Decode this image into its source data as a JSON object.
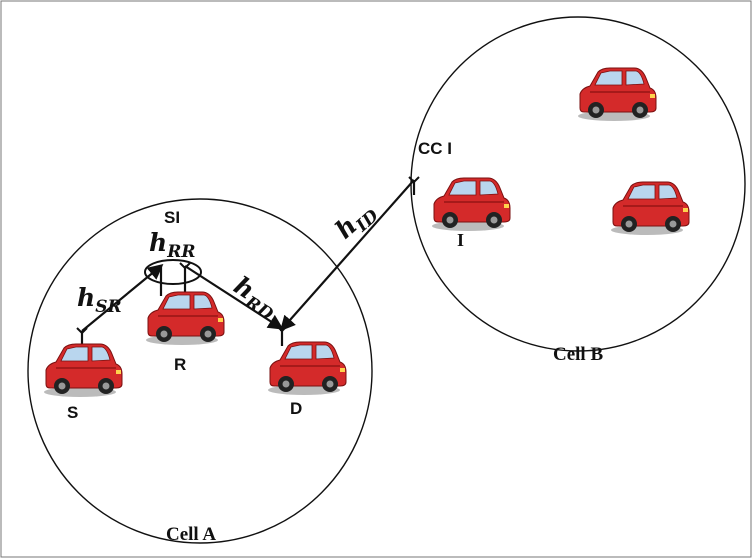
{
  "cells": [
    {
      "label": "Cell A"
    },
    {
      "label": "Cell B"
    }
  ],
  "nodes": {
    "S": "S",
    "R": "R",
    "D": "D",
    "I": "I",
    "SI": "SI",
    "CCI": "CC I"
  },
  "channels": {
    "hSR": {
      "h": "h",
      "sub": "SR"
    },
    "hRR": {
      "h": "h",
      "sub": "RR"
    },
    "hRD": {
      "h": "h",
      "sub": "RD"
    },
    "hID": {
      "h": "h",
      "sub": "ID"
    }
  },
  "colors": {
    "car_body": "#d42a2a",
    "car_shadow": "#8a1212",
    "car_window": "#b9d6ee",
    "stroke": "#111111"
  }
}
